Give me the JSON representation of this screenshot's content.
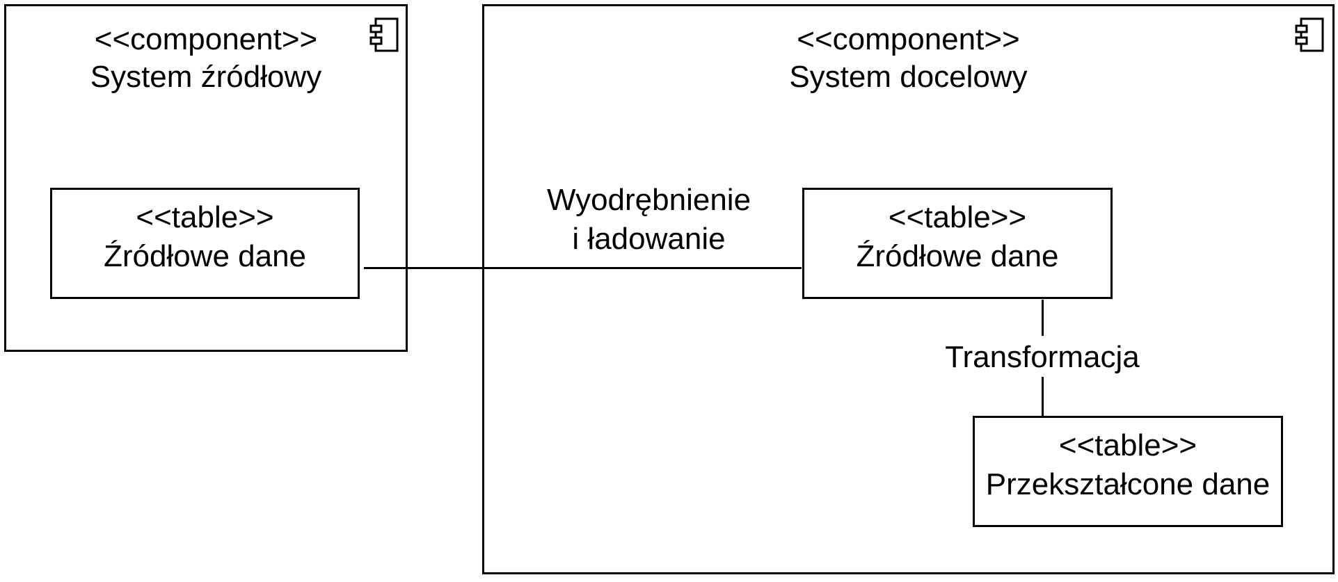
{
  "components": {
    "source": {
      "stereotype": "<<component>>",
      "name": "System źródłowy",
      "icon": "component-icon",
      "table": {
        "stereotype": "<<table>>",
        "name": "Źródłowe dane"
      }
    },
    "target": {
      "stereotype": "<<component>>",
      "name": "System docelowy",
      "icon": "component-icon",
      "table_source": {
        "stereotype": "<<table>>",
        "name": "Źródłowe dane"
      },
      "table_transformed": {
        "stereotype": "<<table>>",
        "name": "Przekształcone dane"
      }
    }
  },
  "connectors": {
    "extract_load": {
      "line1": "Wyodrębnienie",
      "line2": "i ładowanie"
    },
    "transform": {
      "label": "Transformacja"
    }
  }
}
